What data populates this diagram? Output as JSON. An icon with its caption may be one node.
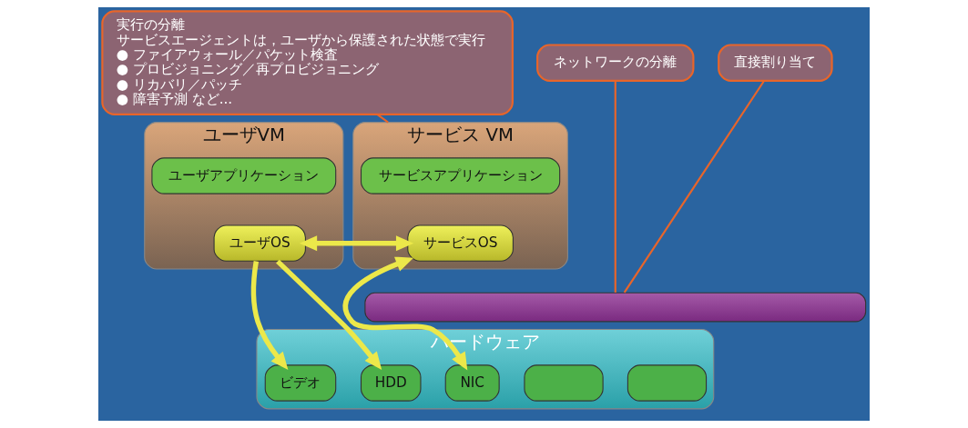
{
  "diagram": {
    "nodes": [
      {
        "text": [
          "ユーザVM"
        ]
      },
      {
        "text": [
          "ユーザアプリケーション"
        ],
        "in": 0
      },
      {
        "text": [
          "ユーザOS"
        ],
        "in": 0
      },
      {
        "text": [
          "サービス VM"
        ]
      },
      {
        "text": [
          "サービスアプリケーション"
        ],
        "in": 3
      },
      {
        "text": [
          "サービスOS"
        ],
        "in": 3
      },
      {
        "text": [],
        "shape": "bar"
      },
      {
        "text": [
          "ハードウェア"
        ]
      },
      {
        "text": [
          "ビデオ"
        ],
        "in": 7
      },
      {
        "text": [
          "HDD"
        ],
        "in": 7
      },
      {
        "text": [],
        "shape": "box",
        "in": 7
      },
      {
        "text": [],
        "shape": "box",
        "in": 7
      },
      {
        "text": [
          "NIC"
        ],
        "in": 7
      },
      {
        "text": [
          "ネットワークの分離"
        ]
      },
      {
        "text": [
          "実行の分離",
          "サービスエージェントは，ユーザから保護された状態で実行",
          "● ファイアウォール／パケット検査",
          "● プロビジョニング／再プロビジョニング",
          "● リカバリ／パッチ",
          "● 障害予測 など..."
        ]
      },
      {
        "text": [
          "直接割り当て"
        ]
      }
    ],
    "edges": [
      {
        "from": 2,
        "to": 8,
        "arrow": "to"
      },
      {
        "from": 2,
        "to": 9,
        "arrow": "to"
      },
      {
        "from": 2,
        "to": 5,
        "arrow": "both"
      },
      {
        "from": 5,
        "to": 12,
        "arrow": "both"
      },
      {
        "from": 13,
        "to": 6,
        "arrow": "none",
        "color": "#e8652a"
      },
      {
        "from": 14,
        "to": 3,
        "arrow": "none",
        "color": "#e8652a"
      },
      {
        "from": 15,
        "to": 6,
        "arrow": "none",
        "color": "#e8652a"
      }
    ]
  }
}
